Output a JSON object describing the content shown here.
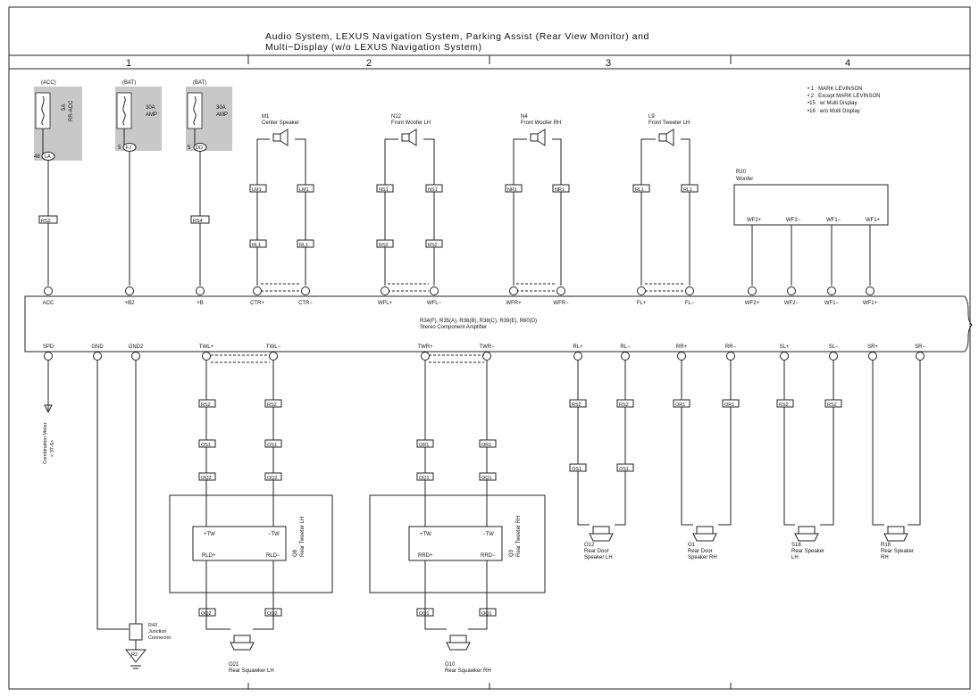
{
  "title": {
    "line1": "Audio System,  LEXUS Navigation System,  Parking Assist (Rear View Monitor) and",
    "line2": "Multi−Display (w/o LEXUS Navigation System)"
  },
  "columns": [
    "1",
    "2",
    "3",
    "4"
  ],
  "notes": [
    "• 1 : MARK LEVINSON",
    "• 2 : Except MARK LEVINSON",
    "•15 : w/ Multi Display",
    "•16 : w/o Multi Display"
  ],
  "fuses": [
    {
      "supply": "(ACC)",
      "name": "5A",
      "name2": "RR-ACC",
      "pin": "48",
      "conn": "LA"
    },
    {
      "supply": "(BAT)",
      "name": "30A",
      "name2": "AMP",
      "pin": "5",
      "conn": "FJ"
    },
    {
      "supply": "(BAT)",
      "name": "30A",
      "name2": "AMP",
      "pin": "5",
      "conn": "DD"
    }
  ],
  "speakers_top": [
    {
      "code": "M1",
      "name": "Center Speaker"
    },
    {
      "code": "N12",
      "name": "Front Woofer LH"
    },
    {
      "code": "N4",
      "name": "Front Woofer RH"
    },
    {
      "code": "L9",
      "name": "Front Tweeter LH"
    }
  ],
  "woofer": {
    "code": "R20",
    "name": "Woofer",
    "pins": [
      "WF2+",
      "WF2−",
      "WF1−",
      "WF1+"
    ]
  },
  "amplifier": {
    "codes": "R34(F), R35(A), R36(B), R38(C), R39(E), R60(D)",
    "name": "Stereo Component Amplifier",
    "top_terms": [
      "ACC",
      "+B2",
      "+B",
      "CTR+",
      "CTR−",
      "WFL+",
      "WFL−",
      "WFR+",
      "WFR−",
      "FL+",
      "FL−",
      "WF2+",
      "WF2−",
      "WF1−",
      "WF1+"
    ],
    "bottom_terms": [
      "SPD",
      "GND",
      "GND2",
      "TWL+",
      "TWL−",
      "TWR+",
      "TWR−",
      "RL+",
      "RL−",
      "RR+",
      "RR−",
      "SL+",
      "SL−",
      "SR+",
      "SR−"
    ]
  },
  "tweeters": [
    {
      "code": "Q8",
      "name": "Rear Tweeter LH",
      "pins": [
        "+TW",
        "−TW",
        "RLD+",
        "RLD−"
      ]
    },
    {
      "code": "Q3",
      "name": "Rear Tweeter RH",
      "pins": [
        "+TW",
        "−TW",
        "RRD+",
        "RRD−"
      ]
    }
  ],
  "speakers_bottom": [
    {
      "code": "O21",
      "name": "Rear Squawker LH"
    },
    {
      "code": "O10",
      "name": "Rear Squawker RH"
    },
    {
      "code": "O12",
      "name": "Rear Door",
      "name2": "Speaker LH"
    },
    {
      "code": "O1",
      "name": "Rear Door",
      "name2": "Speaker RH"
    },
    {
      "code": "S18",
      "name": "Rear Speaker",
      "name2": "LH"
    },
    {
      "code": "R18",
      "name": "Rear Speaker",
      "name2": "RH"
    }
  ],
  "junction": {
    "code": "R43",
    "name": "Junction",
    "name2": "Connector",
    "ground": "R2"
  },
  "combination_meter": {
    "name": "Combination Meter",
    "ref": "< 37-6>"
  },
  "colors": {
    "line": "#222222",
    "fuse_box": "#c8c8c8",
    "background": "#ffffff"
  }
}
